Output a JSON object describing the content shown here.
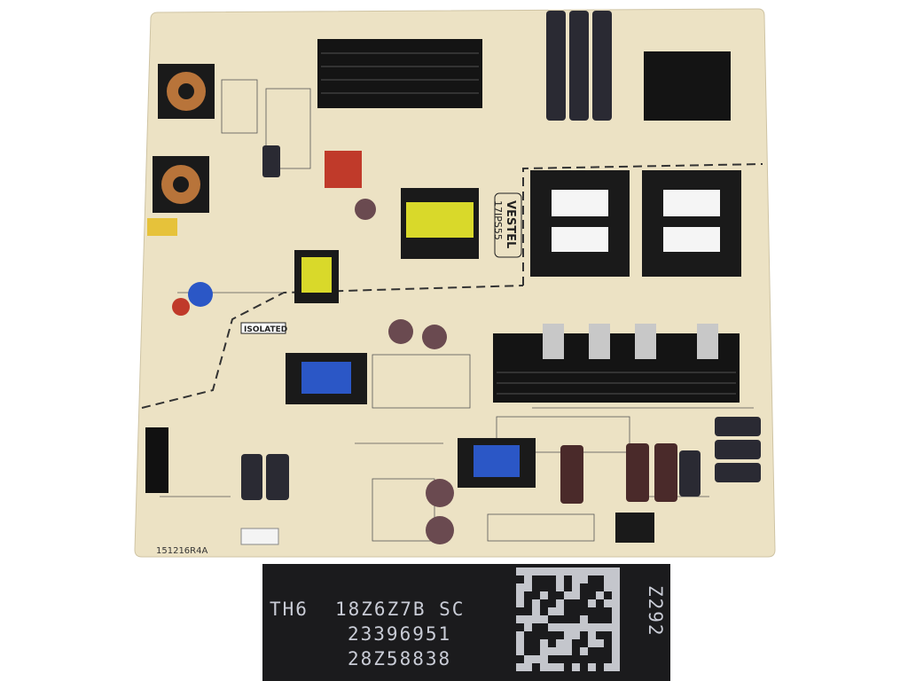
{
  "board": {
    "brand": "VESTEL",
    "model": "17IPS55",
    "isolated_label": "ISOLATED",
    "revision": "151216R4A",
    "colors": {
      "pcb": "#ece2c4",
      "heatsink": "#141414",
      "capacitor": "#2a2a33",
      "coil_blue": "#2b57c6",
      "coil_yellow": "#d9d92a"
    }
  },
  "sticker": {
    "line1_prefix": "TH6",
    "line1_code": "18Z6Z7B SC",
    "line2": "23396951",
    "line3": "28Z58838",
    "side_code": "Z292",
    "background": "#1b1b1d"
  }
}
